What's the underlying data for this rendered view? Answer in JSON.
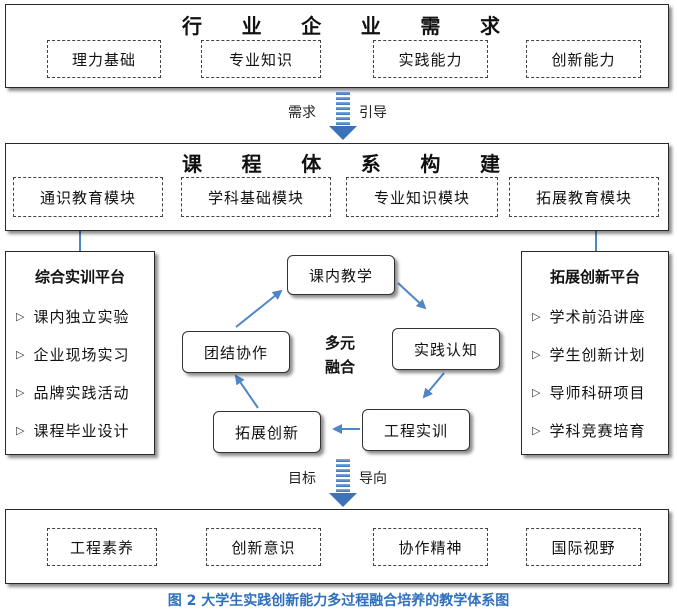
{
  "top": {
    "title_chars": [
      "行",
      "业",
      "企",
      "业",
      "需",
      "求"
    ],
    "modules": [
      "理力基础",
      "专业知识",
      "实践能力",
      "创新能力"
    ]
  },
  "arrow1": {
    "left": "需求",
    "right": "引导"
  },
  "curriculum": {
    "title_chars": [
      "课",
      "程",
      "体",
      "系",
      "构",
      "建"
    ],
    "modules": [
      "通识教育模块",
      "学科基础模块",
      "专业知识模块",
      "拓展教育模块"
    ]
  },
  "left_platform": {
    "title": "综合实训平台",
    "items": [
      "课内独立实验",
      "企业现场实习",
      "品牌实践活动",
      "课程毕业设计"
    ]
  },
  "right_platform": {
    "title": "拓展创新平台",
    "items": [
      "学术前沿讲座",
      "学生创新计划",
      "导师科研项目",
      "学科竞赛培育"
    ]
  },
  "cycle": {
    "top": "课内教学",
    "right": "实践认知",
    "bottom_right": "工程实训",
    "bottom_left": "拓展创新",
    "left": "团结协作",
    "center_line1": "多元",
    "center_line2": "融合"
  },
  "arrow2": {
    "left": "目标",
    "right": "导向"
  },
  "outcomes": {
    "modules": [
      "工程素养",
      "创新意识",
      "协作精神",
      "国际视野"
    ]
  },
  "caption": "图 2  大学生实践创新能力多过程融合培养的教学体系图",
  "colors": {
    "arrow_blue": "#4f86c6",
    "caption_blue": "#2f6fbd"
  }
}
